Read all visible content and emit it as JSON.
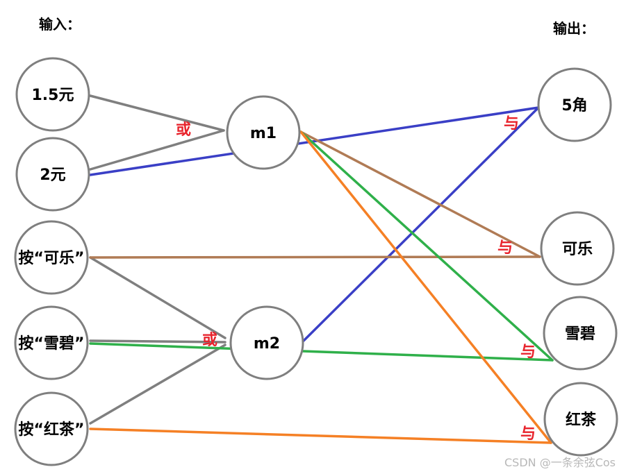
{
  "headers": {
    "input": "输入：",
    "output": "输出："
  },
  "colors": {
    "node_stroke": "#7f7f7f",
    "gray": "#7f7f7f",
    "blue": "#3a3fc6",
    "brown": "#b07b55",
    "green": "#2fb04a",
    "orange": "#f58025",
    "gate_label": "#e8232c"
  },
  "inputs": [
    {
      "id": "in_15",
      "label": "1.5元"
    },
    {
      "id": "in_2",
      "label": "2元"
    },
    {
      "id": "in_cola",
      "label": "按“可乐”"
    },
    {
      "id": "in_sprite",
      "label": "按“雪碧”"
    },
    {
      "id": "in_tea",
      "label": "按“红茶”"
    }
  ],
  "middle": [
    {
      "id": "m1",
      "label": "m1"
    },
    {
      "id": "m2",
      "label": "m2"
    }
  ],
  "outputs": [
    {
      "id": "out_5j",
      "label": "5角"
    },
    {
      "id": "out_cola",
      "label": "可乐"
    },
    {
      "id": "out_sprite",
      "label": "雪碧"
    },
    {
      "id": "out_tea",
      "label": "红茶"
    }
  ],
  "gate_labels": {
    "or_m1": "或",
    "or_m2": "或",
    "and_5j": "与",
    "and_cola": "与",
    "and_sprite": "与",
    "and_tea": "与"
  },
  "connections": [
    {
      "from": "in_15",
      "to": "m1",
      "color": "gray"
    },
    {
      "from": "in_2",
      "to": "m1",
      "color": "gray"
    },
    {
      "from": "in_cola",
      "to": "m2",
      "color": "gray"
    },
    {
      "from": "in_sprite",
      "to": "m2",
      "color": "gray"
    },
    {
      "from": "in_tea",
      "to": "m2",
      "color": "gray"
    },
    {
      "from": "in_2",
      "to": "out_5j",
      "color": "blue"
    },
    {
      "from": "m2",
      "to": "out_5j",
      "color": "blue"
    },
    {
      "from": "m1",
      "to": "out_cola",
      "color": "brown"
    },
    {
      "from": "in_cola",
      "to": "out_cola",
      "color": "brown"
    },
    {
      "from": "m1",
      "to": "out_sprite",
      "color": "green"
    },
    {
      "from": "in_sprite",
      "to": "out_sprite",
      "color": "green"
    },
    {
      "from": "m1",
      "to": "out_tea",
      "color": "orange"
    },
    {
      "from": "in_tea",
      "to": "out_tea",
      "color": "orange"
    }
  ],
  "watermark": "CSDN @一条余弦Cos"
}
